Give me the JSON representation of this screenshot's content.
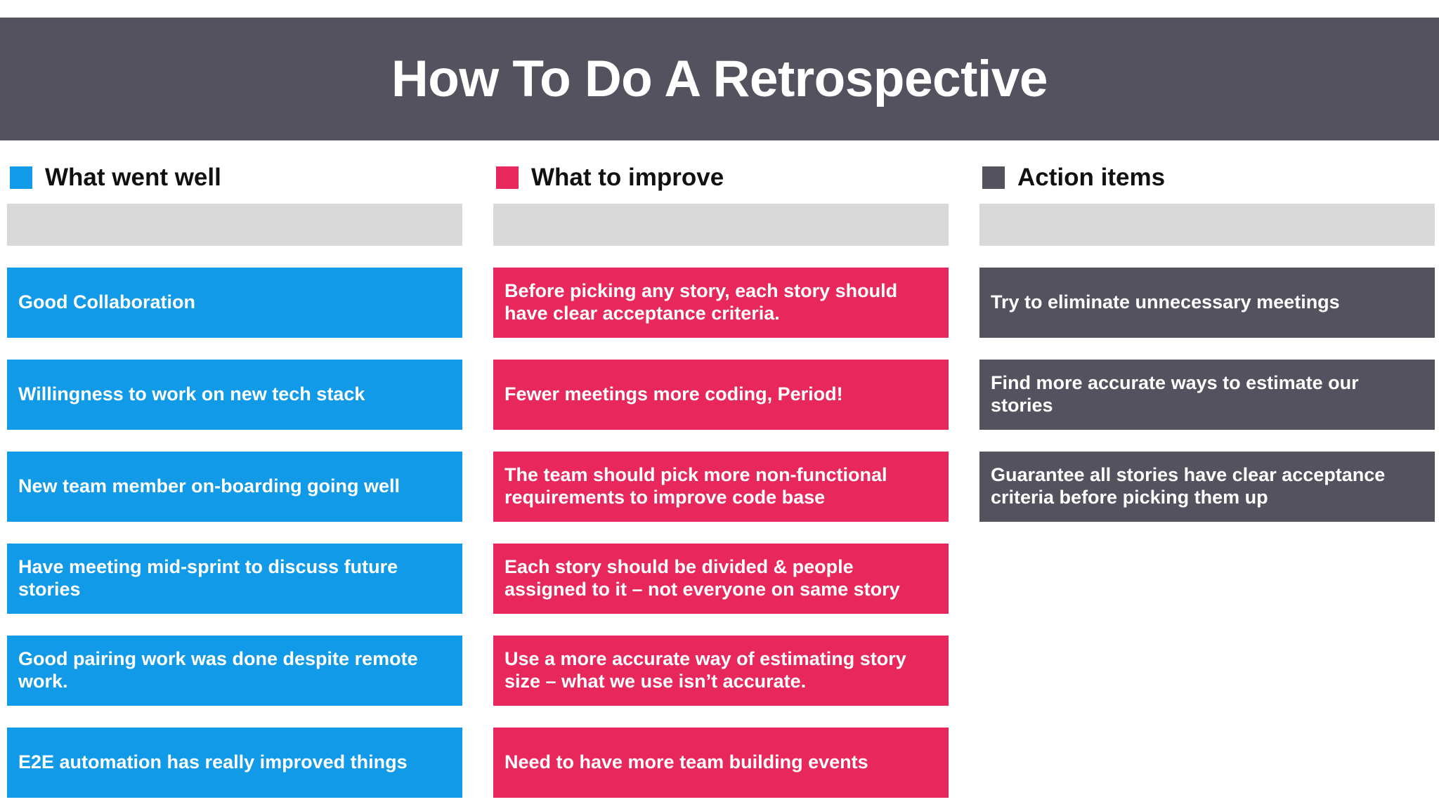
{
  "header": {
    "title": "How To Do A Retrospective",
    "background_color": "#55525f",
    "text_color": "#ffffff"
  },
  "colors": {
    "went_well": "#119ae8",
    "to_improve": "#e8285c",
    "action_items": "#55525f",
    "placeholder": "#d9d9d9",
    "page_background": "#ffffff"
  },
  "columns": [
    {
      "id": "what-went-well",
      "label": "What went well",
      "swatch_icon": "blue-square-swatch-icon",
      "accent": "#119ae8",
      "placeholder_text": "",
      "cards": [
        {
          "text": "Good Collaboration"
        },
        {
          "text": "Willingness to work on new tech stack"
        },
        {
          "text": "New team member on-boarding going well"
        },
        {
          "text": "Have meeting mid-sprint to discuss future stories"
        },
        {
          "text": "Good pairing work was done despite remote work."
        },
        {
          "text": "E2E automation has really improved things"
        }
      ]
    },
    {
      "id": "what-to-improve",
      "label": "What to improve",
      "swatch_icon": "pink-square-swatch-icon",
      "accent": "#e8285c",
      "placeholder_text": "",
      "cards": [
        {
          "text": "Before picking any story, each story should have clear acceptance criteria."
        },
        {
          "text": "Fewer meetings more coding, Period!"
        },
        {
          "text": "The team should pick more non-functional requirements to improve code base"
        },
        {
          "text": "Each story should be divided & people assigned to it – not everyone on same story"
        },
        {
          "text": "Use a more accurate way of estimating story size – what we use isn’t accurate."
        },
        {
          "text": "Need to have more team building events"
        }
      ]
    },
    {
      "id": "action-items",
      "label": "Action items",
      "swatch_icon": "gray-square-swatch-icon",
      "accent": "#55525f",
      "placeholder_text": "",
      "cards": [
        {
          "text": "Try to eliminate unnecessary meetings"
        },
        {
          "text": "Find more accurate ways to estimate our stories"
        },
        {
          "text": "Guarantee all stories have clear acceptance criteria before picking them up"
        }
      ]
    }
  ]
}
